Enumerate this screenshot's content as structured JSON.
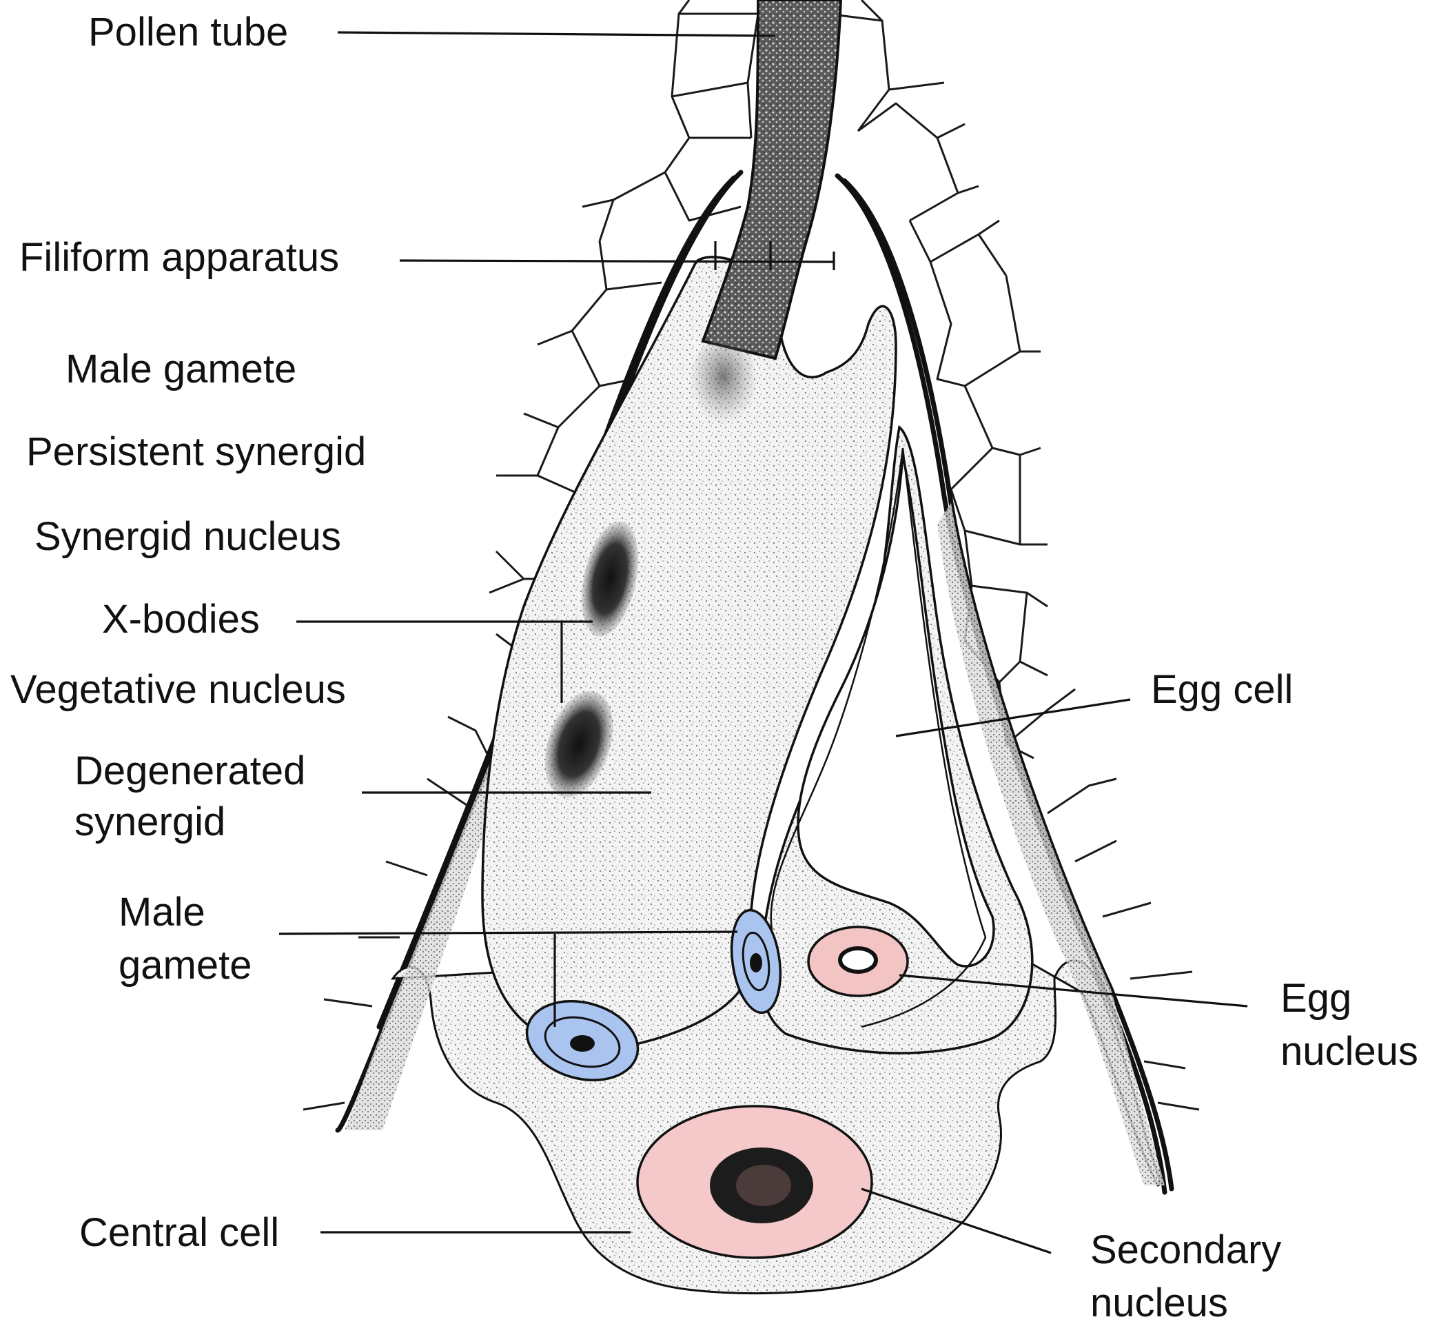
{
  "labels": {
    "pollen_tube": "Pollen tube",
    "filiform_apparatus": "Filiform apparatus",
    "male_gamete_top": "Male gamete",
    "persistent_synergid": "Persistent synergid",
    "synergid_nucleus": "Synergid nucleus",
    "x_bodies": "X-bodies",
    "vegetative_nucleus": "Vegetative nucleus",
    "degenerated_synergid_1": "Degenerated",
    "degenerated_synergid_2": "synergid",
    "male_gamete_1": "Male",
    "male_gamete_2": "gamete",
    "central_cell": "Central cell",
    "egg_cell": "Egg cell",
    "egg_nucleus_1": "Egg",
    "egg_nucleus_2": "nucleus",
    "secondary_nucleus_1": "Secondary",
    "secondary_nucleus_2": "nucleus"
  },
  "colors": {
    "male_gamete_fill": "#a9c4ef",
    "egg_nucleus_fill": "#f2c4c4",
    "secondary_nucleus_fill": "#f5c9c9",
    "cytoplasm_fill": "#f1f1f1",
    "pollen_tube_fill": "#555555"
  }
}
